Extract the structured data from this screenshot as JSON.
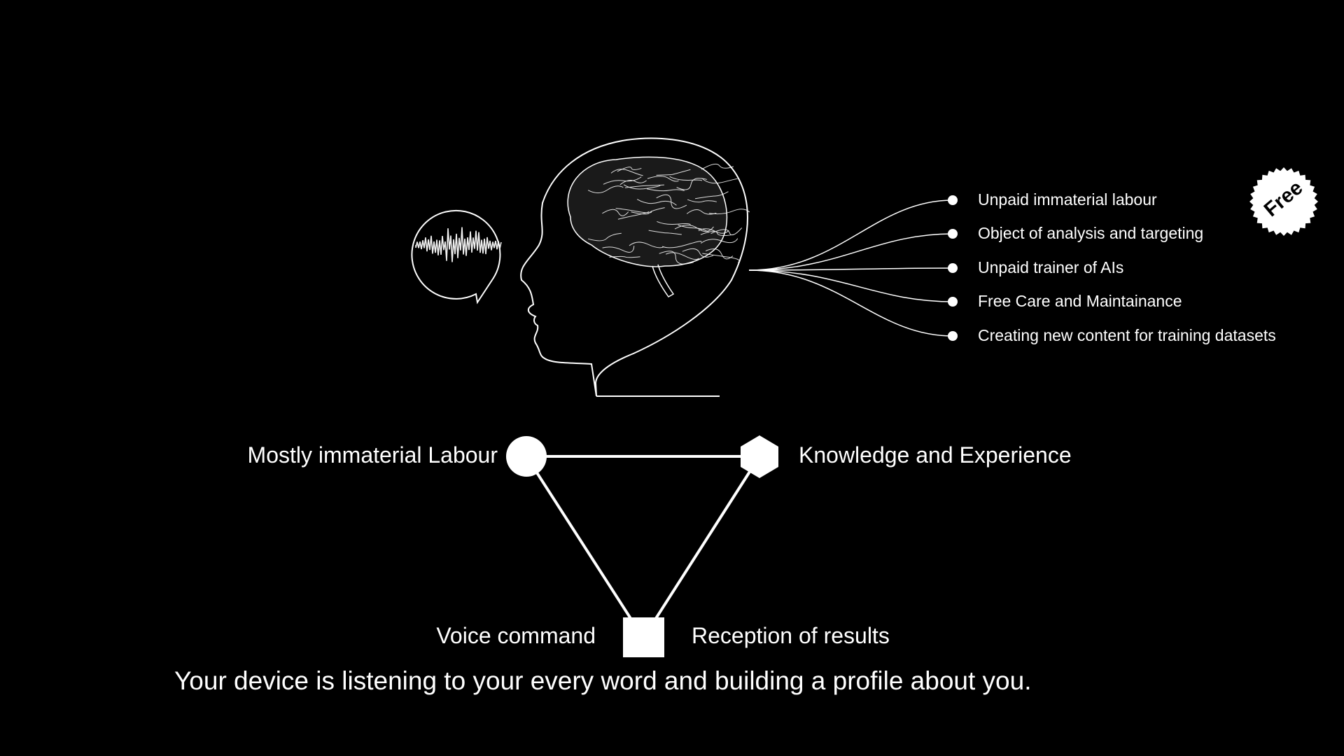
{
  "colors": {
    "background": "#000000",
    "foreground": "#ffffff"
  },
  "icons": [
    "speech-bubble-icon",
    "soundwave-icon",
    "head-silhouette-icon",
    "brain-icon",
    "free-badge-icon"
  ],
  "outputs": [
    "Unpaid immaterial labour",
    "Object of analysis and targeting",
    "Unpaid trainer of AIs",
    "Free Care and Maintainance",
    "Creating new content for training datasets"
  ],
  "badge": {
    "text": "Free"
  },
  "triangle": {
    "top_left_label": "Mostly immaterial Labour",
    "top_right_label": "Knowledge and Experience",
    "bottom_left_label": "Voice command",
    "bottom_right_label": "Reception of results"
  },
  "caption": "Your device is listening to your every word and building a profile about you."
}
